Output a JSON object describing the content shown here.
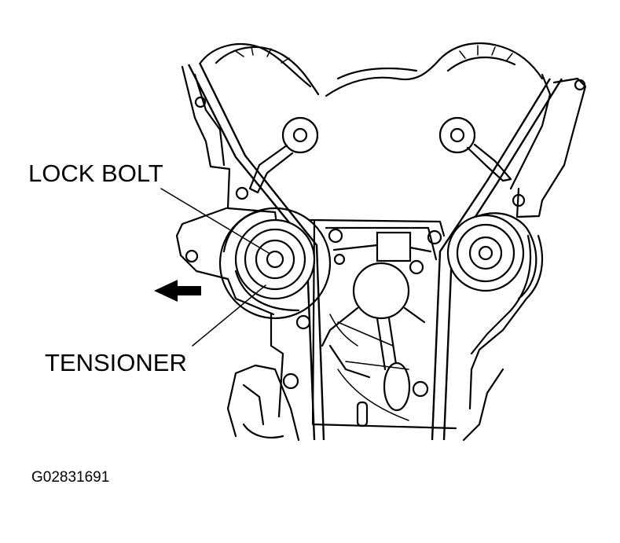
{
  "labels": {
    "lock_bolt": "LOCK BOLT",
    "tensioner": "TENSIONER",
    "figure_code": "G02831691"
  },
  "icons": {
    "direction_arrow": "left-arrow-icon"
  },
  "colors": {
    "ink": "#000000",
    "paper": "#ffffff"
  }
}
